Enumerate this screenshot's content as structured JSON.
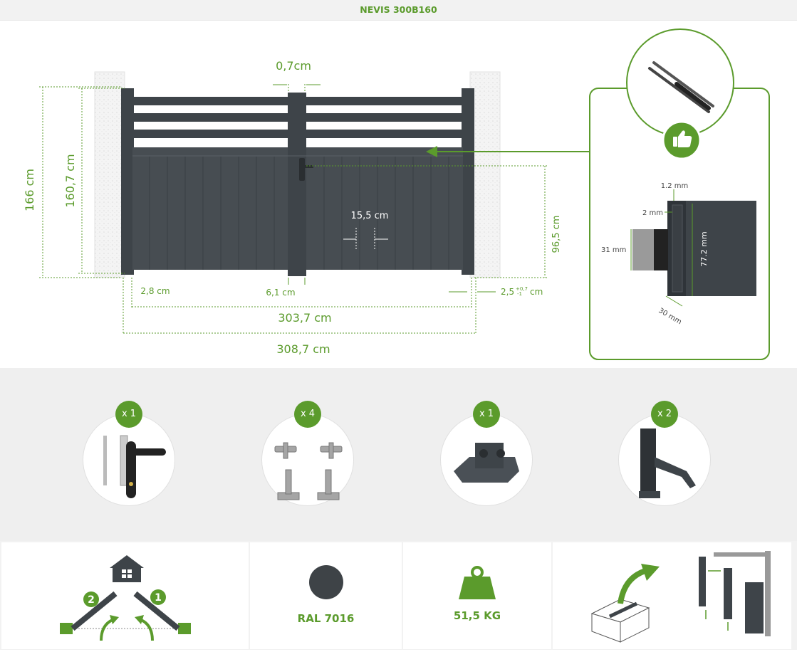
{
  "header": {
    "title": "NEVIS 300B160"
  },
  "dimensions": {
    "gap_top": "0,7cm",
    "height_total": "166 cm",
    "height_leaf": "160,7 cm",
    "height_panel": "96,5 cm",
    "slat_width": "15,5 cm",
    "gap_left": "2,8 cm",
    "gap_center": "6,1 cm",
    "gap_right_base": "2,5",
    "gap_right_tol_plus": "+0,7",
    "gap_right_tol_minus": "-1",
    "gap_right_unit": "cm",
    "width_gate": "303,7 cm",
    "width_total": "308,7  cm"
  },
  "profile": {
    "d1": "1.2 mm",
    "d2": "2 mm",
    "d3": "31 mm",
    "d4": "77.2 mm",
    "d5": "30 mm"
  },
  "accessories": [
    {
      "qty": "x 1",
      "icon": "handle-lock-icon"
    },
    {
      "qty": "x 4",
      "icon": "hinges-icon"
    },
    {
      "qty": "x 1",
      "icon": "gate-stop-icon"
    },
    {
      "qty": "x 2",
      "icon": "gate-latch-icon"
    }
  ],
  "features": {
    "opening_step_1": "1",
    "opening_step_2": "2",
    "color_name": "RAL 7016",
    "color_hex": "#3e4347",
    "weight": "51,5 KG"
  },
  "colors": {
    "accent": "#5b9b2c",
    "gate": "#3e4449"
  }
}
